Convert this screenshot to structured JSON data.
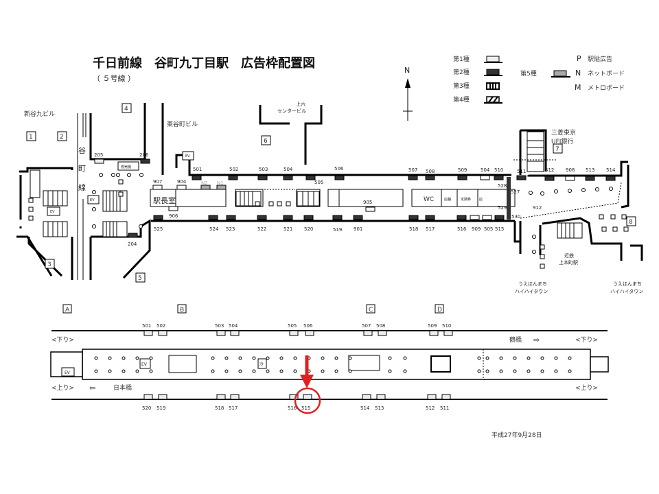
{
  "header": {
    "title": "千日前線　谷町九丁目駅　広告枠配置図",
    "subtitle": "（ ５号線 ）"
  },
  "compass": {
    "north": "N"
  },
  "legend": {
    "types": [
      "第1種",
      "第2種",
      "第3種",
      "第4種",
      "第5種"
    ],
    "codes": [
      {
        "letter": "P",
        "label": "駅貼広告"
      },
      {
        "letter": "N",
        "label": "ネットボード"
      },
      {
        "letter": "M",
        "label": "メトロボード"
      }
    ]
  },
  "concourse": {
    "exits": [
      "1",
      "2",
      "3",
      "4",
      "5",
      "6",
      "7",
      "8"
    ],
    "buildings": {
      "shintaniku": "新谷九ビル",
      "higashitanimachi": "東谷町ビル",
      "uehon_1": "上六",
      "uehon_2": "センタービル",
      "bank_1": "三菱東京",
      "bank_2": "UFJ銀行",
      "kintetsu_1": "近鉄",
      "kintetsu_2": "上本町駅",
      "hihai_1": "うえほんまち",
      "hihai_2": "ハイハイタウン"
    },
    "line_name": [
      "谷",
      "町",
      "線"
    ],
    "rooms": {
      "station_master": "駅長室",
      "wc": "WC",
      "ticket_machine": "券売機",
      "shop": "店",
      "shop2": "店舗",
      "commuter": "定期券",
      "ev": "EV"
    },
    "ads": [
      "501",
      "502",
      "503",
      "504",
      "505",
      "506",
      "507",
      "508",
      "509",
      "504",
      "510",
      "511",
      "512",
      "908",
      "513",
      "514",
      "525",
      "524",
      "523",
      "522",
      "521",
      "520",
      "519",
      "901",
      "518",
      "517",
      "516",
      "909",
      "505",
      "515",
      "205",
      "206",
      "204",
      "907",
      "904",
      "N2",
      "N1",
      "906",
      "905",
      "528",
      "529",
      "530",
      "527",
      "912"
    ]
  },
  "platform": {
    "sections": [
      "A",
      "B",
      "C",
      "D"
    ],
    "upper_ads": [
      "501",
      "502",
      "503",
      "504",
      "505",
      "506",
      "507",
      "508",
      "509",
      "510"
    ],
    "lower_ads": [
      "520",
      "519",
      "518",
      "517",
      "516",
      "515",
      "514",
      "513",
      "512",
      "511"
    ],
    "down_label": "<下り>",
    "up_label": "<上り>",
    "tsuruhashi": "鶴橋",
    "nipponbashi": "日本橋",
    "arrow_right": "⇨",
    "arrow_left": "⇦",
    "highlighted_ad": "515",
    "highlight_color": "#e02020",
    "ev": "EV",
    "cool": "冷"
  },
  "footer": {
    "date": "平成27年9月28日"
  }
}
